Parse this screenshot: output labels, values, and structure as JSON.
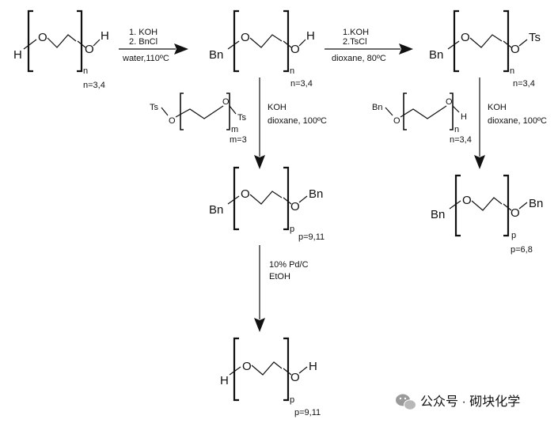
{
  "scheme": {
    "atoms": {
      "H": "H",
      "O": "O",
      "Bn": "Bn",
      "Ts": "Ts"
    },
    "subscripts": {
      "n": "n",
      "m": "m",
      "p": "p"
    },
    "labels": {
      "n_34": "n=3,4",
      "m_3": "m=3",
      "p_911": "p=9,11",
      "p_68": "p=6,8"
    },
    "step1": {
      "line1": "1. KOH",
      "line2": "2. BnCl",
      "line3": "water,110ºC"
    },
    "step2": {
      "line1": "1.KOH",
      "line2": "2.TsCl",
      "line3": "dioxane, 80ºC"
    },
    "step3": {
      "line1": "KOH",
      "line2": "dioxane, 100ºC"
    },
    "step4": {
      "line1": "KOH",
      "line2": "dioxane, 100ºC"
    },
    "step5": {
      "line1": "10% Pd/C",
      "line2": "EtOH"
    }
  },
  "watermark": {
    "text": "公众号 · 砌块化学",
    "icon": "wechat-icon"
  }
}
